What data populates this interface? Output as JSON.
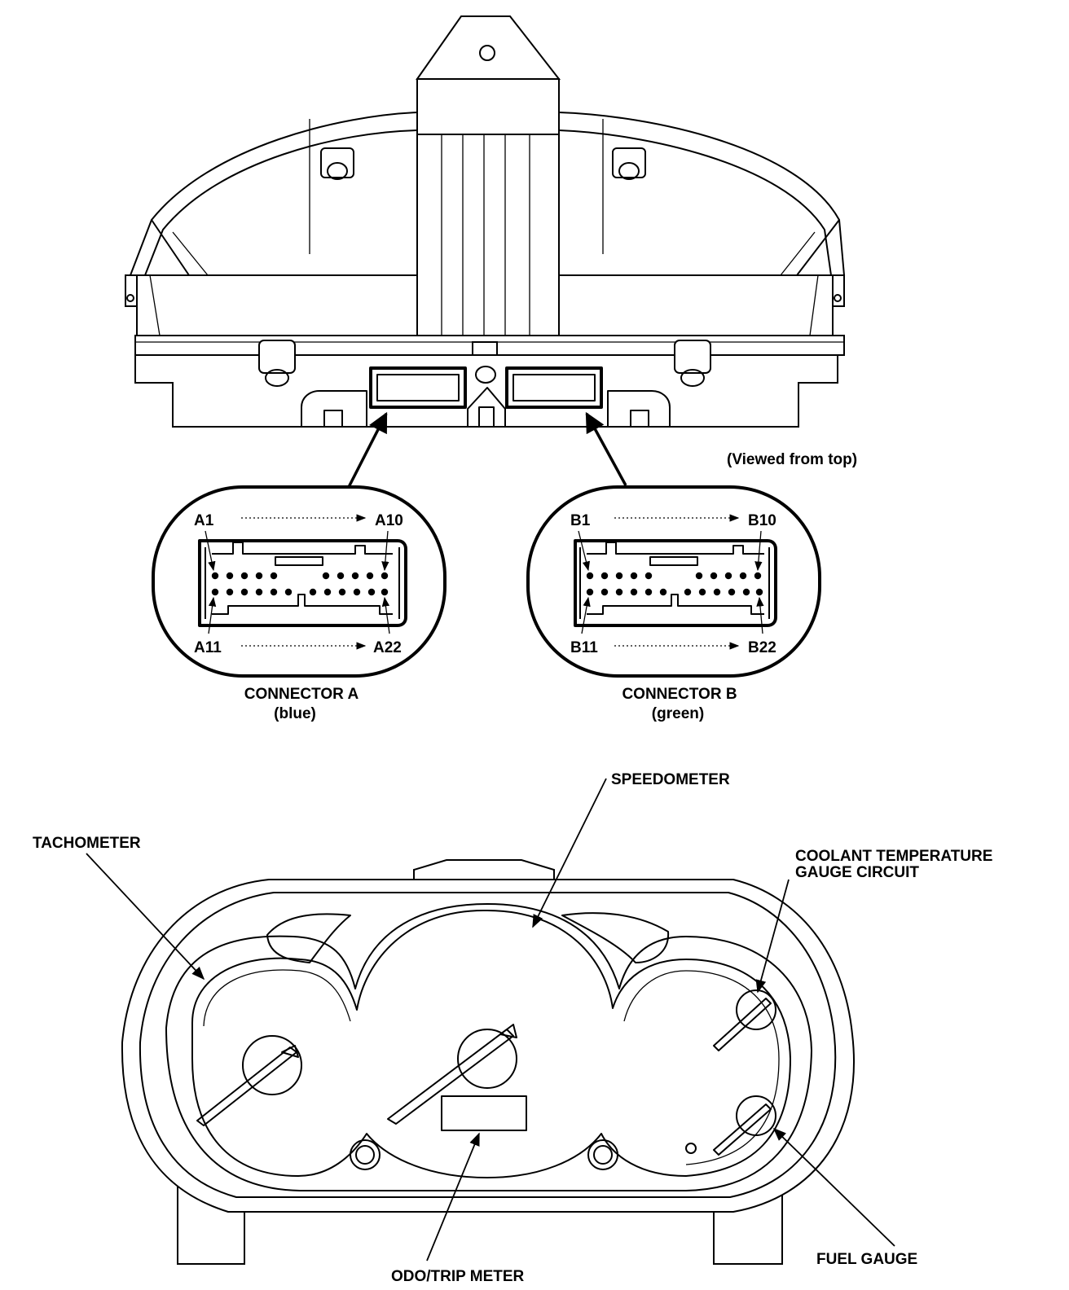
{
  "labels": {
    "viewed_from_top": "(Viewed from top)",
    "connector_a_name": "CONNECTOR A",
    "connector_a_color": "(blue)",
    "connector_b_name": "CONNECTOR B",
    "connector_b_color": "(green)",
    "speedometer": "SPEEDOMETER",
    "tachometer": "TACHOMETER",
    "coolant_line1": "COOLANT TEMPERATURE",
    "coolant_line2": "GAUGE CIRCUIT",
    "fuel_gauge": "FUEL GAUGE",
    "odo_trip": "ODO/TRIP METER"
  },
  "connector_a": {
    "top_left": "A1",
    "top_right": "A10",
    "bottom_left": "A11",
    "bottom_right": "A22"
  },
  "connector_b": {
    "top_left": "B1",
    "top_right": "B10",
    "bottom_left": "B11",
    "bottom_right": "B22"
  }
}
